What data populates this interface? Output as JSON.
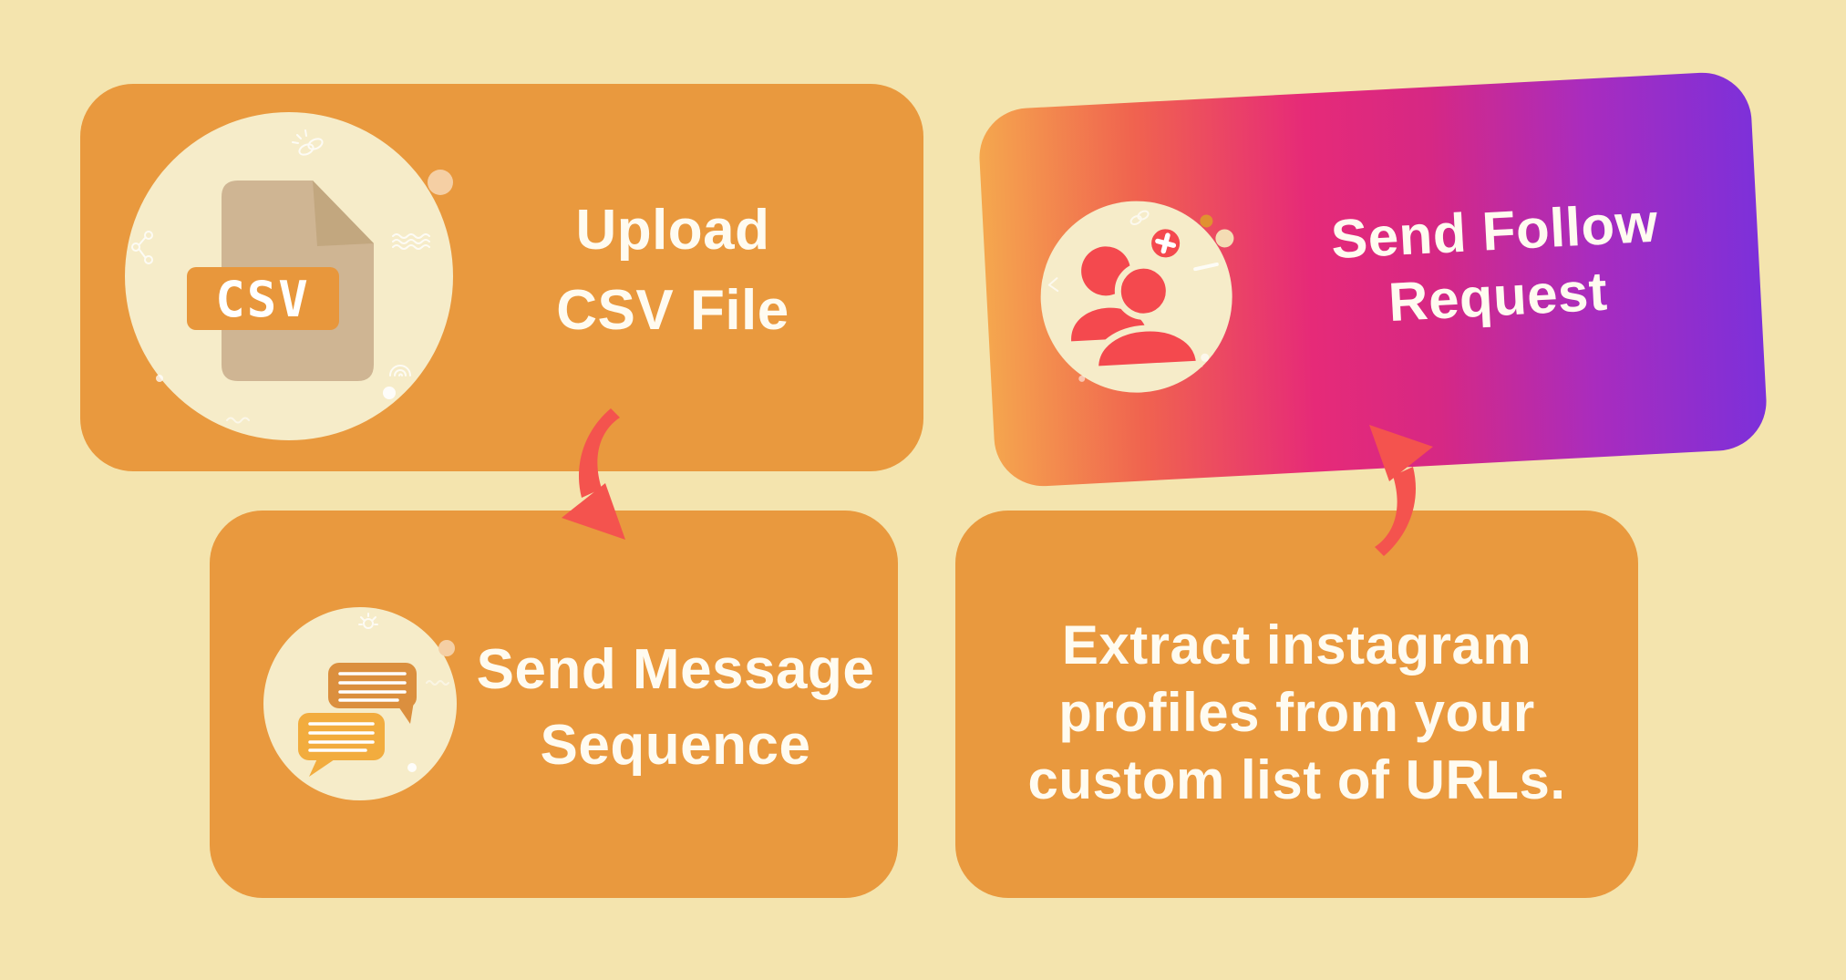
{
  "page": {
    "background": "#F4E4AE"
  },
  "colors": {
    "page_bg": "#F4E4AE",
    "card_orange": "#E9993E",
    "circle_cream": "#F6ECC9",
    "arrow_coral": "#F4534E",
    "icon_coral": "#F4494E",
    "doc_tan": "#CFB593",
    "doc_fold": "#C2A77F",
    "csv_band": "#E8973C",
    "bubble_dark": "#DB8F3E",
    "bubble_gold": "#F2AC3E",
    "text_white": "#FFFBF0",
    "dot_peach": "#F5CFA4",
    "dot_orange": "#E09130",
    "dot_cream": "#F4DCB4",
    "g1": "#F5A84E",
    "g2": "#F0634F",
    "g3": "#E62A78",
    "g4": "#D62884",
    "g5": "#A92CBE",
    "g6": "#7C30DA"
  },
  "cards": {
    "upload_csv": {
      "line1": "Upload",
      "line2": "CSV File",
      "icon": "csv-file-icon",
      "badge_label": "CSV"
    },
    "send_follow": {
      "line1": "Send Follow",
      "line2": "Request",
      "icon": "add-user-icon"
    },
    "send_message": {
      "line1": "Send Message",
      "line2": "Sequence",
      "icon": "chat-bubbles-icon"
    },
    "extract": {
      "line1": "Extract instagram",
      "line2": "profiles from your",
      "line3": "custom list of URLs."
    }
  }
}
